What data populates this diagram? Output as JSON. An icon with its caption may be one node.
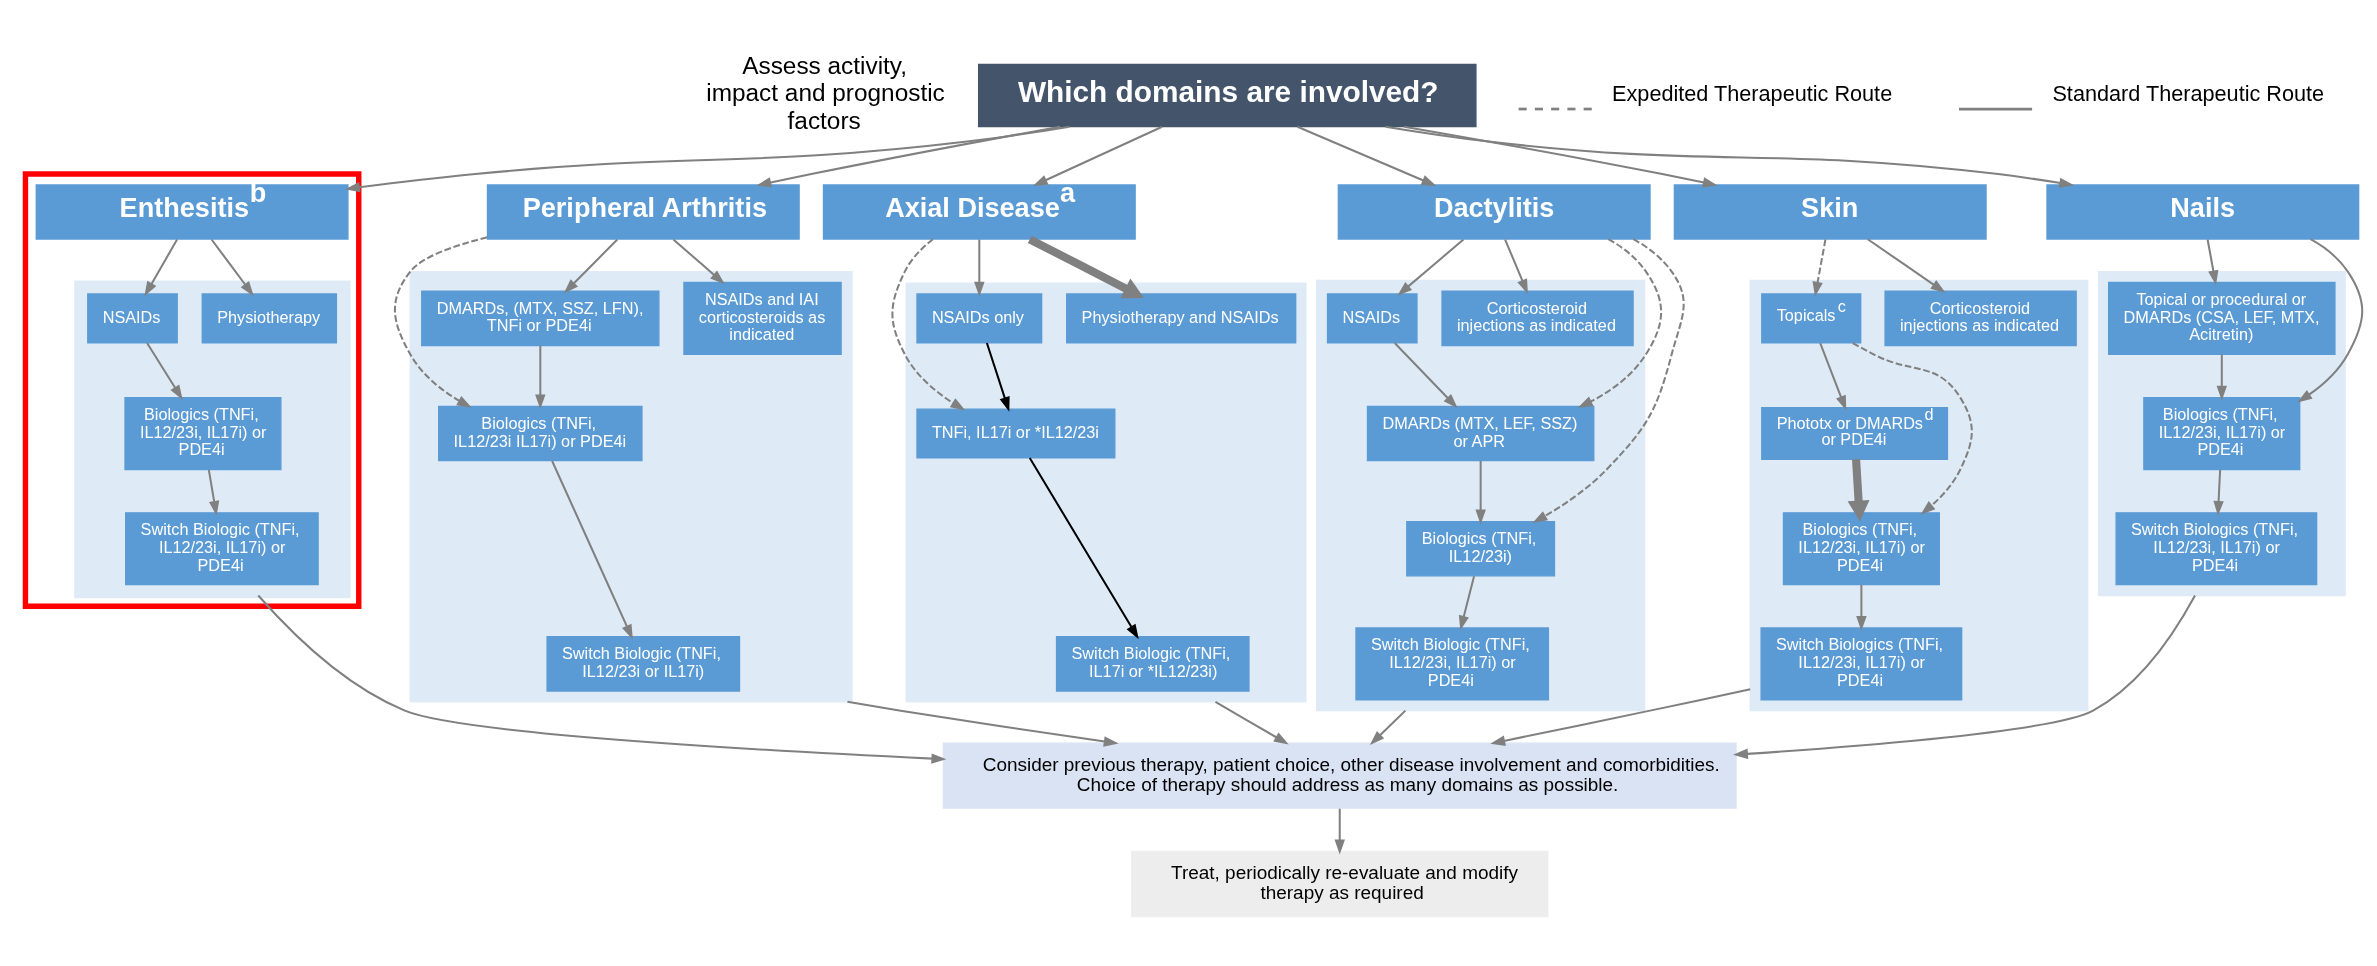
{
  "diagram": {
    "nodes": [
      {
        "text": [
          "Which domains are involved?"
        ]
      },
      {
        "text": [
          "Peripheral Arthritis"
        ]
      },
      {
        "text": [],
        "shape": "box"
      },
      {
        "text": [
          "NSAIDs and IAI corticosteroids as indicated"
        ],
        "in": 2
      },
      {
        "text": [
          "DMARDs, (MTX, SSZ, LFN), TNFi or PDE4i"
        ],
        "in": 2
      },
      {
        "text": [
          "Biologics (TNFi, IL12/23i IL17i) or PDE4i"
        ],
        "in": 2
      },
      {
        "text": [
          "Switch Biologic (TNFi, IL12/23i or IL17i)"
        ],
        "in": 2
      },
      {
        "text": [
          "Axial Disease$^{a}$"
        ]
      },
      {
        "text": [],
        "shape": "box"
      },
      {
        "text": [
          "Physiotherapy and NSAIDs"
        ],
        "in": 8
      },
      {
        "text": [
          "NSAIDs only"
        ],
        "in": 8
      },
      {
        "text": [
          "TNFi, IL17i or *IL12/23i"
        ],
        "in": 8
      },
      {
        "text": [
          "Switch Biologic (TNFi, IL17i or *IL12/23i)"
        ],
        "in": 8
      },
      {
        "text": [],
        "shape": "box"
      },
      {
        "text": [
          "Enthesitis$^{b}$"
        ],
        "in": 13
      },
      {
        "text": [],
        "shape": "box",
        "in": 13
      },
      {
        "text": [
          "Physiotherapy"
        ],
        "in": 15
      },
      {
        "text": [
          "NSAIDs"
        ],
        "in": 15
      },
      {
        "text": [
          "Biologics (TNFi, IL12/23i, IL17i) or PDE4i"
        ],
        "in": 15
      },
      {
        "text": [
          "Switch Biologic (TNFi, IL12/23i, IL17i) or PDE4i"
        ],
        "in": 15
      },
      {
        "text": [
          "Dactylitis"
        ]
      },
      {
        "text": [],
        "shape": "box"
      },
      {
        "text": [
          "Corticosteroid injections as indicated"
        ],
        "in": 21
      },
      {
        "text": [
          "NSAIDs"
        ],
        "in": 21
      },
      {
        "text": [
          "DMARDs (MTX, LEF, SSZ) or APR"
        ],
        "in": 21
      },
      {
        "text": [
          "Biologics (TNFi, IL12/23i)"
        ],
        "in": 21
      },
      {
        "text": [
          "Switch Biologic (TNFi, IL12/23i, IL17i) or PDE4i"
        ],
        "in": 21
      },
      {
        "text": [
          "Skin"
        ]
      },
      {
        "text": [],
        "shape": "box"
      },
      {
        "text": [
          "Corticosteroid injections as indicated"
        ],
        "in": 28
      },
      {
        "text": [
          "Topicals$^{c}$"
        ],
        "in": 28
      },
      {
        "text": [
          "Phototx or DMARDs$^{d}$ or PDE4i"
        ],
        "in": 28
      },
      {
        "text": [
          "Biologics (TNFi, IL12/23i, IL17i) or PDE4i"
        ],
        "in": 28
      },
      {
        "text": [
          "Switch Biologics (TNFi, IL12/23i, IL17i) or PDE4i"
        ],
        "in": 28
      },
      {
        "text": [
          "Nails"
        ]
      },
      {
        "text": [],
        "shape": "box"
      },
      {
        "text": [
          "Biologics (TNFi, IL12/23i, IL17i) or PDE4i"
        ],
        "in": 35
      },
      {
        "text": [
          "Topical or procedural or DMARDs (CSA, LEF, MTX, Acitretin)"
        ],
        "in": 35
      },
      {
        "text": [
          "Switch Biologics (TNFi, IL12/23i, IL17i) or PDE4i"
        ],
        "in": 35
      },
      {
        "text": [
          "Consider previous therapy, patient choice, other disease involvement and comorbidities. Choice of therapy should address as many domains as possible."
        ]
      },
      {
        "text": [
          "Treat, periodically re-evaluate and modify therapy as required"
        ]
      }
    ],
    "edges": [
      {
        "from": 0,
        "to": 1,
        "arrow": "to"
      },
      {
        "from": 0,
        "to": 7,
        "arrow": "to"
      },
      {
        "from": 0,
        "to": 14,
        "arrow": "to"
      },
      {
        "from": 0,
        "to": 20,
        "arrow": "to"
      },
      {
        "from": 0,
        "to": 27,
        "arrow": "to"
      },
      {
        "from": 0,
        "to": 34,
        "arrow": "to"
      },
      {
        "from": 1,
        "to": 3,
        "arrow": "to"
      },
      {
        "from": 1,
        "to": 4,
        "arrow": "to"
      },
      {
        "from": 1,
        "to": 5,
        "arrow": "to",
        "style": "dashed"
      },
      {
        "from": 4,
        "to": 5,
        "arrow": "to"
      },
      {
        "from": 5,
        "to": 6,
        "arrow": "to"
      },
      {
        "from": 7,
        "to": 9,
        "arrow": "to",
        "style": "thick"
      },
      {
        "from": 7,
        "to": 10,
        "arrow": "to"
      },
      {
        "from": 7,
        "to": 11,
        "arrow": "to",
        "style": "dashed"
      },
      {
        "from": 10,
        "to": 11,
        "arrow": "to",
        "color": "#000000"
      },
      {
        "from": 11,
        "to": 12,
        "arrow": "to",
        "color": "#000000"
      },
      {
        "from": 14,
        "to": 16,
        "arrow": "to"
      },
      {
        "from": 14,
        "to": 17,
        "arrow": "to"
      },
      {
        "from": 17,
        "to": 18,
        "arrow": "to"
      },
      {
        "from": 18,
        "to": 19,
        "arrow": "to"
      },
      {
        "from": 20,
        "to": 22,
        "arrow": "to"
      },
      {
        "from": 20,
        "to": 23,
        "arrow": "to"
      },
      {
        "from": 20,
        "to": 24,
        "arrow": "to",
        "style": "dashed"
      },
      {
        "from": 20,
        "to": 25,
        "arrow": "to",
        "style": "dashed"
      },
      {
        "from": 23,
        "to": 24,
        "arrow": "to"
      },
      {
        "from": 24,
        "to": 25,
        "arrow": "to"
      },
      {
        "from": 25,
        "to": 26,
        "arrow": "to"
      },
      {
        "from": 27,
        "to": 29,
        "arrow": "to"
      },
      {
        "from": 27,
        "to": 30,
        "arrow": "to",
        "style": "dashed"
      },
      {
        "from": 30,
        "to": 31,
        "arrow": "to"
      },
      {
        "from": 30,
        "to": 32,
        "arrow": "to",
        "style": "dashed"
      },
      {
        "from": 31,
        "to": 32,
        "arrow": "to",
        "style": "thick"
      },
      {
        "from": 32,
        "to": 33,
        "arrow": "to"
      },
      {
        "from": 34,
        "to": 37,
        "arrow": "to"
      },
      {
        "from": 34,
        "to": 36,
        "arrow": "to"
      },
      {
        "from": 37,
        "to": 36,
        "arrow": "to"
      },
      {
        "from": 36,
        "to": 38,
        "arrow": "to"
      },
      {
        "from": 2,
        "to": 39,
        "arrow": "to"
      },
      {
        "from": 8,
        "to": 39,
        "arrow": "to"
      },
      {
        "from": 15,
        "to": 39,
        "arrow": "to"
      },
      {
        "from": 21,
        "to": 39,
        "arrow": "to"
      },
      {
        "from": 28,
        "to": 39,
        "arrow": "to"
      },
      {
        "from": 35,
        "to": 39,
        "arrow": "to"
      },
      {
        "from": 39,
        "to": 40,
        "arrow": "to"
      }
    ],
    "labels": [
      "Assess activity, impact and prognostic factors"
    ],
    "legend": [
      {
        "text": "Expedited Therapeutic Route"
      },
      {
        "text": "Standard Therapeutic Route"
      }
    ]
  }
}
